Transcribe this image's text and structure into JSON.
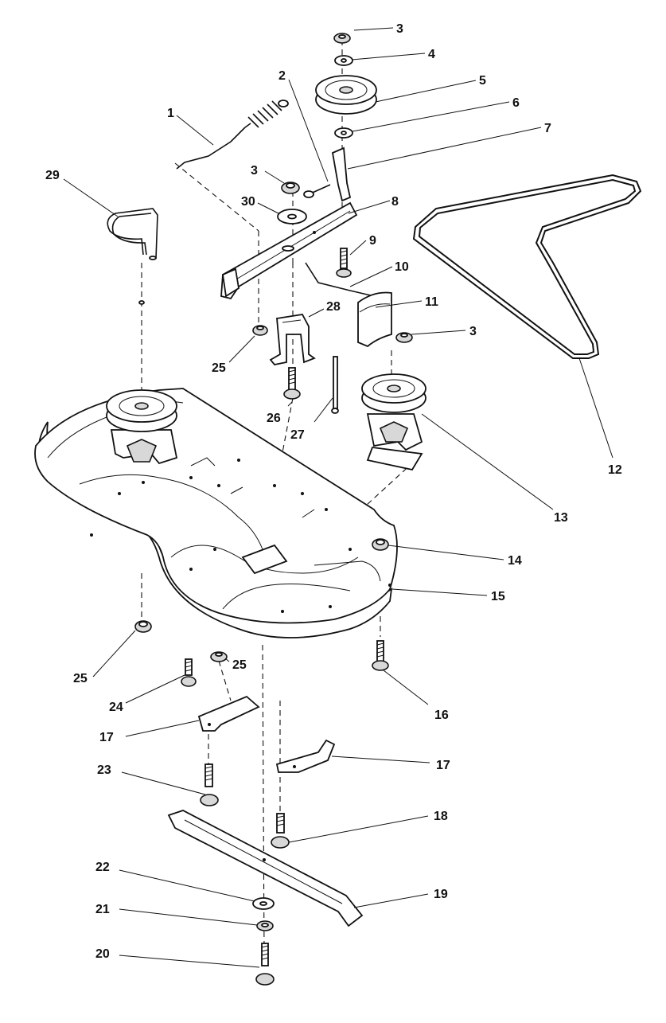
{
  "diagram": {
    "callouts": [
      {
        "id": "callout-1",
        "label": "1"
      },
      {
        "id": "callout-2",
        "label": "2"
      },
      {
        "id": "callout-3a",
        "label": "3"
      },
      {
        "id": "callout-3b",
        "label": "3"
      },
      {
        "id": "callout-3c",
        "label": "3"
      },
      {
        "id": "callout-4",
        "label": "4"
      },
      {
        "id": "callout-5",
        "label": "5"
      },
      {
        "id": "callout-6",
        "label": "6"
      },
      {
        "id": "callout-7",
        "label": "7"
      },
      {
        "id": "callout-8",
        "label": "8"
      },
      {
        "id": "callout-9",
        "label": "9"
      },
      {
        "id": "callout-10",
        "label": "10"
      },
      {
        "id": "callout-11",
        "label": "11"
      },
      {
        "id": "callout-12",
        "label": "12"
      },
      {
        "id": "callout-13",
        "label": "13"
      },
      {
        "id": "callout-14",
        "label": "14"
      },
      {
        "id": "callout-15",
        "label": "15"
      },
      {
        "id": "callout-16",
        "label": "16"
      },
      {
        "id": "callout-17a",
        "label": "17"
      },
      {
        "id": "callout-17b",
        "label": "17"
      },
      {
        "id": "callout-18",
        "label": "18"
      },
      {
        "id": "callout-19",
        "label": "19"
      },
      {
        "id": "callout-20",
        "label": "20"
      },
      {
        "id": "callout-21",
        "label": "21"
      },
      {
        "id": "callout-22",
        "label": "22"
      },
      {
        "id": "callout-23",
        "label": "23"
      },
      {
        "id": "callout-24",
        "label": "24"
      },
      {
        "id": "callout-25a",
        "label": "25"
      },
      {
        "id": "callout-25b",
        "label": "25"
      },
      {
        "id": "callout-25c",
        "label": "25"
      },
      {
        "id": "callout-26",
        "label": "26"
      },
      {
        "id": "callout-27",
        "label": "27"
      },
      {
        "id": "callout-28",
        "label": "28"
      },
      {
        "id": "callout-29",
        "label": "29"
      },
      {
        "id": "callout-30",
        "label": "30"
      }
    ]
  }
}
